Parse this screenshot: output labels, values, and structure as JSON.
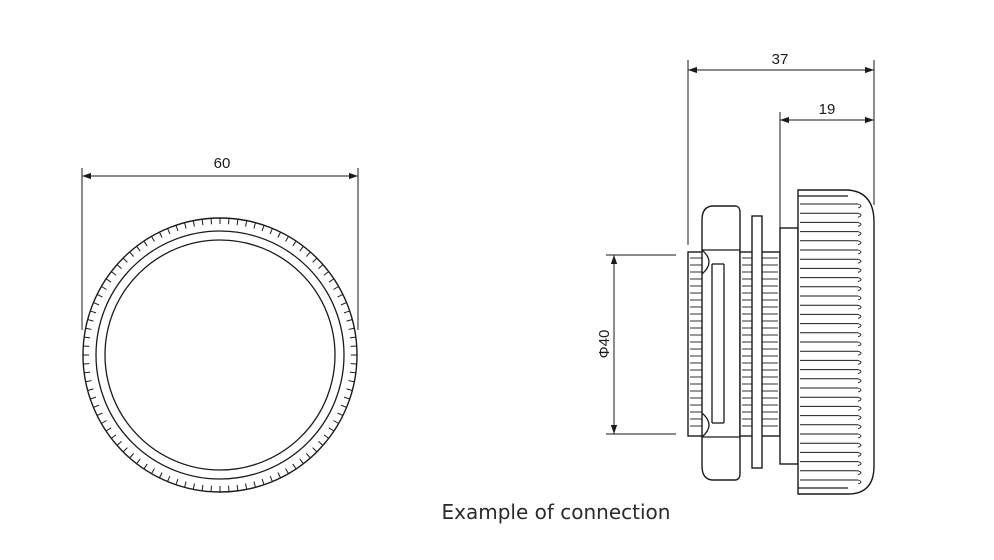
{
  "dimensions": {
    "front_width": "60",
    "side_total_length": "37",
    "side_cap_length": "19",
    "thread_diameter": "Φ40"
  },
  "caption": "Example of connection"
}
